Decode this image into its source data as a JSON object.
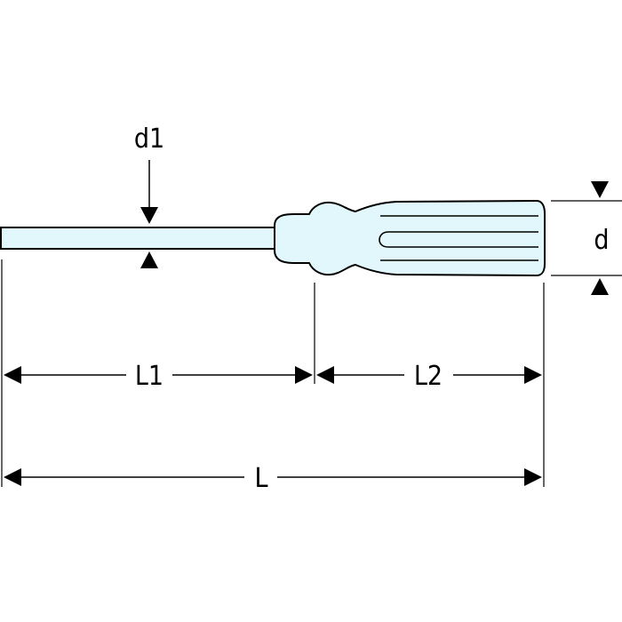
{
  "colors": {
    "fill": "#e2f7fb",
    "outline": "#000000",
    "background": "#ffffff"
  },
  "labels": {
    "d1": "d1",
    "d": "d",
    "L1": "L1",
    "L2": "L2",
    "L": "L"
  }
}
